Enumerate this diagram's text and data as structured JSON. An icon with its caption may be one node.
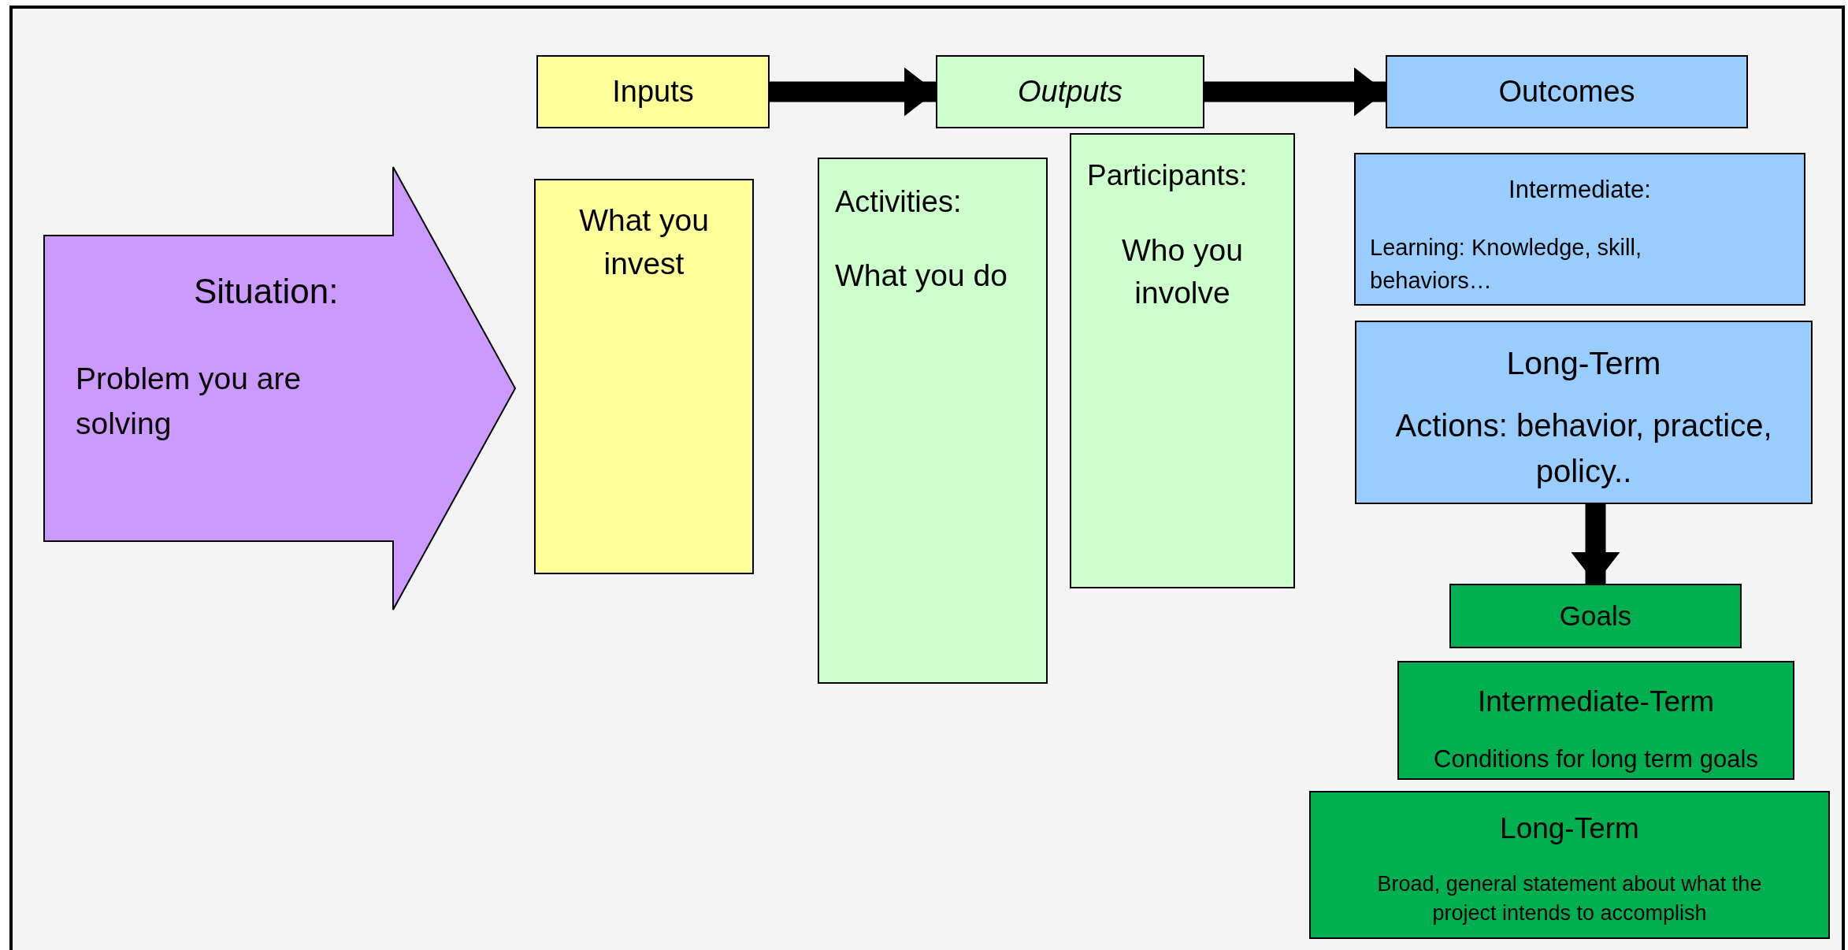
{
  "diagram": {
    "nodes": [
      {
        "text": [
          "Situation:",
          "Problem you are solving"
        ]
      },
      {
        "text": [
          "Inputs"
        ]
      },
      {
        "text": [
          "What you invest"
        ]
      },
      {
        "text": [
          "Outputs"
        ]
      },
      {
        "text": [
          "Activities:",
          "What you do"
        ]
      },
      {
        "text": [
          "Participants:",
          "Who you involve"
        ]
      },
      {
        "text": [
          "Outcomes"
        ]
      },
      {
        "text": [
          "Intermediate:",
          "Learning: Knowledge, skill, behaviors…"
        ]
      },
      {
        "text": [
          "Long-Term",
          "Actions: behavior, practice, policy.."
        ]
      },
      {
        "text": [
          "Goals"
        ]
      },
      {
        "text": [
          "Intermediate-Term",
          "Conditions for long term goals"
        ]
      },
      {
        "text": [
          "Long-Term",
          "Broad, general statement about what the project intends to accomplish"
        ]
      }
    ],
    "edges": [
      {
        "from": 1,
        "to": 3,
        "arrow": "to"
      },
      {
        "from": 3,
        "to": 6,
        "arrow": "to"
      },
      {
        "from": 8,
        "to": 9,
        "arrow": "to"
      }
    ]
  }
}
